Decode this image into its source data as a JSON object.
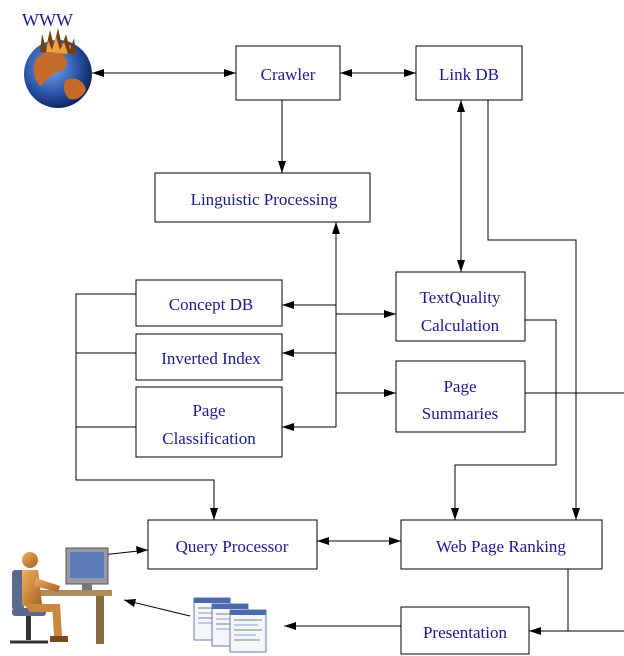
{
  "labels": {
    "www": "WWW",
    "crawler": "Crawler",
    "link_db": "Link DB",
    "linguistic": "Linguistic Processing",
    "concept_db": "Concept DB",
    "inverted_index": "Inverted Index",
    "page_class_1": "Page",
    "page_class_2": "Classification",
    "textquality_1": "TextQuality",
    "textquality_2": "Calculation",
    "summaries_1": "Page",
    "summaries_2": "Summaries",
    "query_processor": "Query Processor",
    "web_page_ranking": "Web Page Ranking",
    "presentation": "Presentation"
  }
}
